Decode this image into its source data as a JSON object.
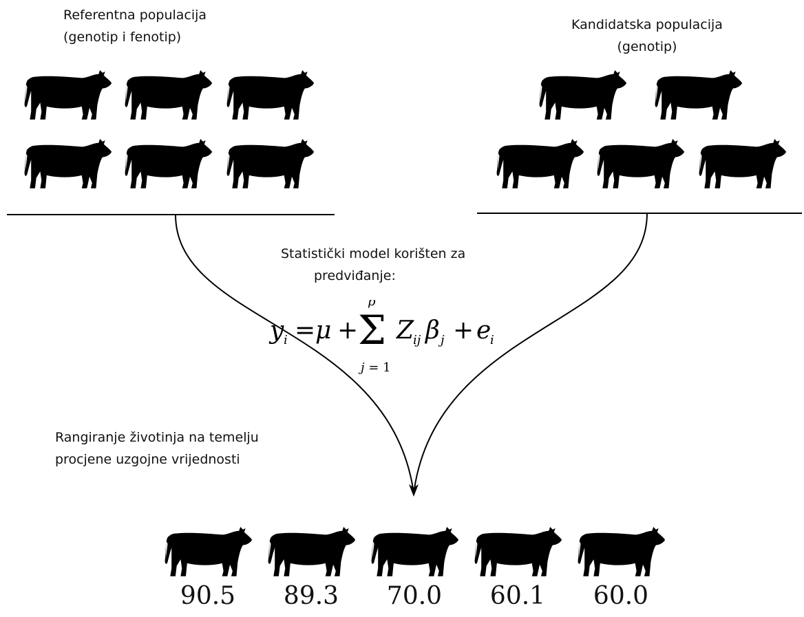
{
  "reference": {
    "title_line1": "Referentna populacija",
    "title_line2": "(genotip i fenotip)"
  },
  "candidate": {
    "title_line1": "Kandidatska populacija",
    "title_line2": "(genotip)"
  },
  "model": {
    "caption_line1": "Statistički model korišten za",
    "caption_line2": "predviđanje:",
    "formula": "y_i = μ + Σ_{j=1}^{p} Z_ij β_j + e_i"
  },
  "ranking": {
    "caption_line1": "Rangiranje životinja na temelju",
    "caption_line2": "procjene uzgojne vrijednosti",
    "scores": [
      "90.5",
      "89.3",
      "70.0",
      "60.1",
      "60.0"
    ]
  },
  "icons": {
    "animal": "cow-icon"
  },
  "colors": {
    "ink": "#000000",
    "background": "#ffffff"
  }
}
